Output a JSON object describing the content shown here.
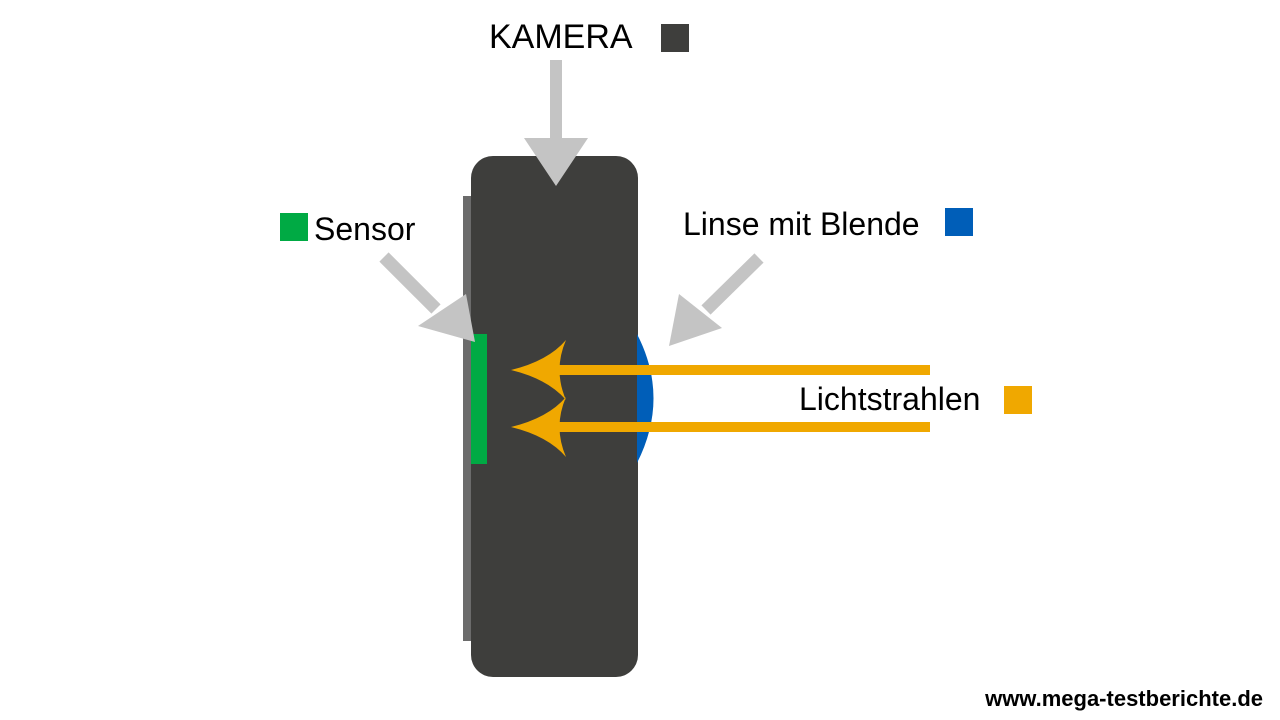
{
  "labels": {
    "camera": "KAMERA",
    "sensor": "Sensor",
    "lens": "Linse mit Blende",
    "light": "Lichtstrahlen"
  },
  "watermark": "www.mega-testberichte.de",
  "colors": {
    "camera_body": "#3e3e3c",
    "camera_back": "#6b6b6b",
    "sensor": "#00aa44",
    "lens": "#005eb8",
    "light": "#f0a800",
    "pointer_arrow": "#c4c4c4",
    "text": "#000000"
  }
}
